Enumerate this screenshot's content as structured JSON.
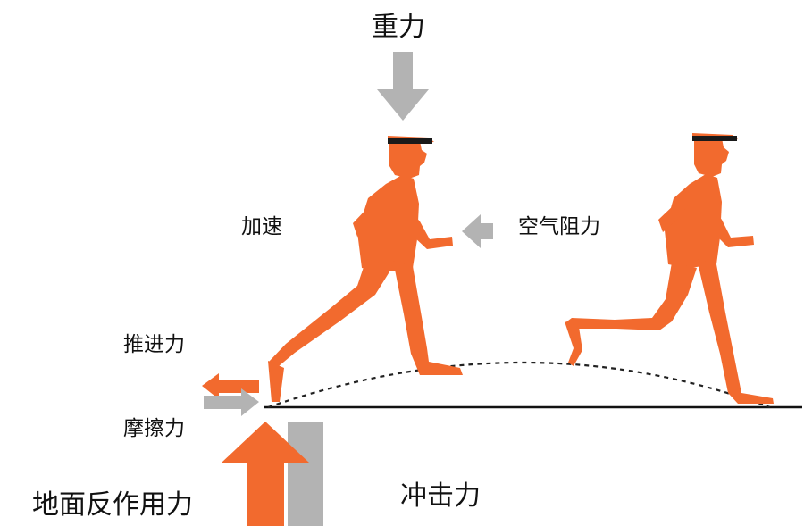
{
  "labels": {
    "gravity": "重力",
    "acceleration": "加速",
    "air_resistance": "空气阻力",
    "propulsion": "推进力",
    "friction": "摩擦力",
    "ground_reaction": "地面反作用力",
    "impact": "冲击力"
  },
  "colors": {
    "runner": "#f26a2e",
    "force_gray": "#b3b3b3",
    "force_orange": "#f26a2e",
    "cap_brim": "#1a1a1a",
    "ground": "#111111",
    "trajectory": "#222222"
  }
}
